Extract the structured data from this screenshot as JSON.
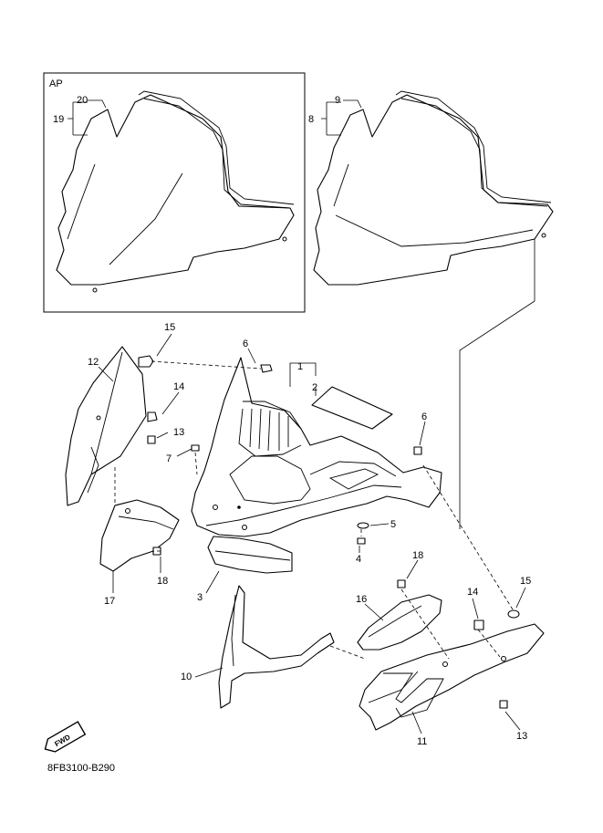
{
  "inset": {
    "label": "AP"
  },
  "callouts": [
    {
      "id": "c1",
      "text": "1"
    },
    {
      "id": "c2",
      "text": "2"
    },
    {
      "id": "c3",
      "text": "3"
    },
    {
      "id": "c4",
      "text": "4"
    },
    {
      "id": "c5",
      "text": "5"
    },
    {
      "id": "c6a",
      "text": "6"
    },
    {
      "id": "c6b",
      "text": "6"
    },
    {
      "id": "c7",
      "text": "7"
    },
    {
      "id": "c8",
      "text": "8"
    },
    {
      "id": "c9",
      "text": "9"
    },
    {
      "id": "c10",
      "text": "10"
    },
    {
      "id": "c11",
      "text": "11"
    },
    {
      "id": "c12",
      "text": "12"
    },
    {
      "id": "c13a",
      "text": "13"
    },
    {
      "id": "c13b",
      "text": "13"
    },
    {
      "id": "c14a",
      "text": "14"
    },
    {
      "id": "c14b",
      "text": "14"
    },
    {
      "id": "c15a",
      "text": "15"
    },
    {
      "id": "c15b",
      "text": "15"
    },
    {
      "id": "c16",
      "text": "16"
    },
    {
      "id": "c17",
      "text": "17"
    },
    {
      "id": "c18a",
      "text": "18"
    },
    {
      "id": "c18b",
      "text": "18"
    },
    {
      "id": "c19",
      "text": "19"
    },
    {
      "id": "c20",
      "text": "20"
    }
  ],
  "fwd": {
    "label": "FWD"
  },
  "reference": {
    "code": "8FB3100-B290"
  }
}
